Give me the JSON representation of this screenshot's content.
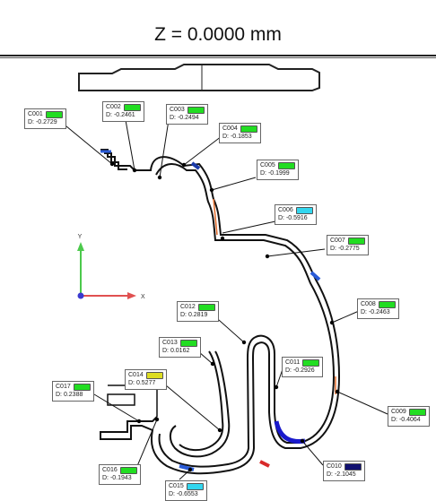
{
  "header": {
    "title": "Z = 0.0000 mm"
  },
  "axes": {
    "y_label": "Y",
    "x_label": "X",
    "y_color": "#4cc94c",
    "x_color": "#e05050",
    "origin_color": "#3a3ad0"
  },
  "callouts": [
    {
      "id": "C001",
      "dev": "D:  -0.2729",
      "color": "#22dd22"
    },
    {
      "id": "C002",
      "dev": "D:  -0.2461",
      "color": "#22dd22"
    },
    {
      "id": "C003",
      "dev": "D:  -0.2494",
      "color": "#22dd22"
    },
    {
      "id": "C004",
      "dev": "D:  -0.1853",
      "color": "#22dd22"
    },
    {
      "id": "C005",
      "dev": "D:  -0.1999",
      "color": "#22dd22"
    },
    {
      "id": "C006",
      "dev": "D:  -0.5916",
      "color": "#33d6ee"
    },
    {
      "id": "C007",
      "dev": "D:  -0.2775",
      "color": "#22dd22"
    },
    {
      "id": "C008",
      "dev": "D:  -0.2463",
      "color": "#22dd22"
    },
    {
      "id": "C009",
      "dev": "D:  -0.4064",
      "color": "#22dd22"
    },
    {
      "id": "C010",
      "dev": "D:  -2.1045",
      "color": "#101070"
    },
    {
      "id": "C011",
      "dev": "D:  -0.2926",
      "color": "#22dd22"
    },
    {
      "id": "C012",
      "dev": "D:   0.2819",
      "color": "#22dd22"
    },
    {
      "id": "C013",
      "dev": "D:   0.0162",
      "color": "#22dd22"
    },
    {
      "id": "C014",
      "dev": "D:   0.5277",
      "color": "#dddd22"
    },
    {
      "id": "C015",
      "dev": "D:  -0.6553",
      "color": "#33d6ee"
    },
    {
      "id": "C016",
      "dev": "D:  -0.1943",
      "color": "#22dd22"
    },
    {
      "id": "C017",
      "dev": "D:   0.2388",
      "color": "#22dd22"
    }
  ]
}
